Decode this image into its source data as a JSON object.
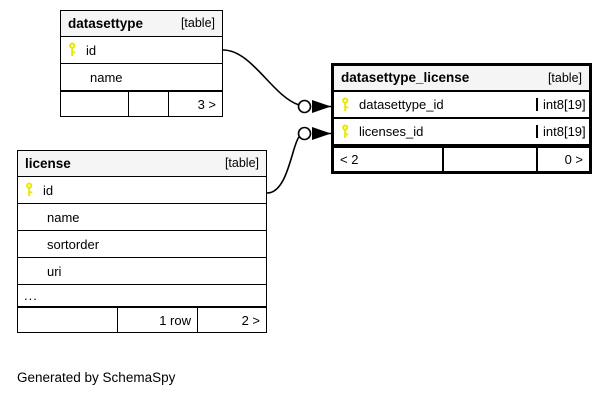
{
  "diagram": {
    "caption": "Generated by SchemaSpy",
    "table_tag": "[table]",
    "key_icon": "key-icon",
    "relationship_notation": "crow-foot-zero-or-many"
  },
  "tables": [
    {
      "id": "datasettype",
      "name": "datasettype",
      "tag": "[table]",
      "focal": false,
      "columns": [
        {
          "name": "id",
          "primary_key": true,
          "type": ""
        },
        {
          "name": "name",
          "primary_key": false,
          "type": ""
        }
      ],
      "footer": {
        "left": "",
        "mid": "",
        "right": "3 >"
      }
    },
    {
      "id": "datasettype_license",
      "name": "datasettype_license",
      "tag": "[table]",
      "focal": true,
      "columns": [
        {
          "name": "datasettype_id",
          "primary_key": true,
          "type": "int8[19]"
        },
        {
          "name": "licenses_id",
          "primary_key": true,
          "type": "int8[19]"
        }
      ],
      "footer": {
        "left": "< 2",
        "mid": "",
        "right": "0 >"
      }
    },
    {
      "id": "license",
      "name": "license",
      "tag": "[table]",
      "focal": false,
      "columns": [
        {
          "name": "id",
          "primary_key": true,
          "type": ""
        },
        {
          "name": "name",
          "primary_key": false,
          "type": ""
        },
        {
          "name": "sortorder",
          "primary_key": false,
          "type": ""
        },
        {
          "name": "uri",
          "primary_key": false,
          "type": ""
        }
      ],
      "more_indicator": "...",
      "footer": {
        "left": "",
        "mid": "1 row",
        "right": "2 >"
      }
    }
  ],
  "relationships": [
    {
      "from_table": "datasettype",
      "from_column": "id",
      "to_table": "datasettype_license",
      "to_column": "datasettype_id"
    },
    {
      "from_table": "license",
      "from_column": "id",
      "to_table": "datasettype_license",
      "to_column": "licenses_id"
    }
  ],
  "colors": {
    "key": "#e8e800",
    "header_background": "#f5f5f5",
    "border": "#000000",
    "background": "#ffffff"
  }
}
